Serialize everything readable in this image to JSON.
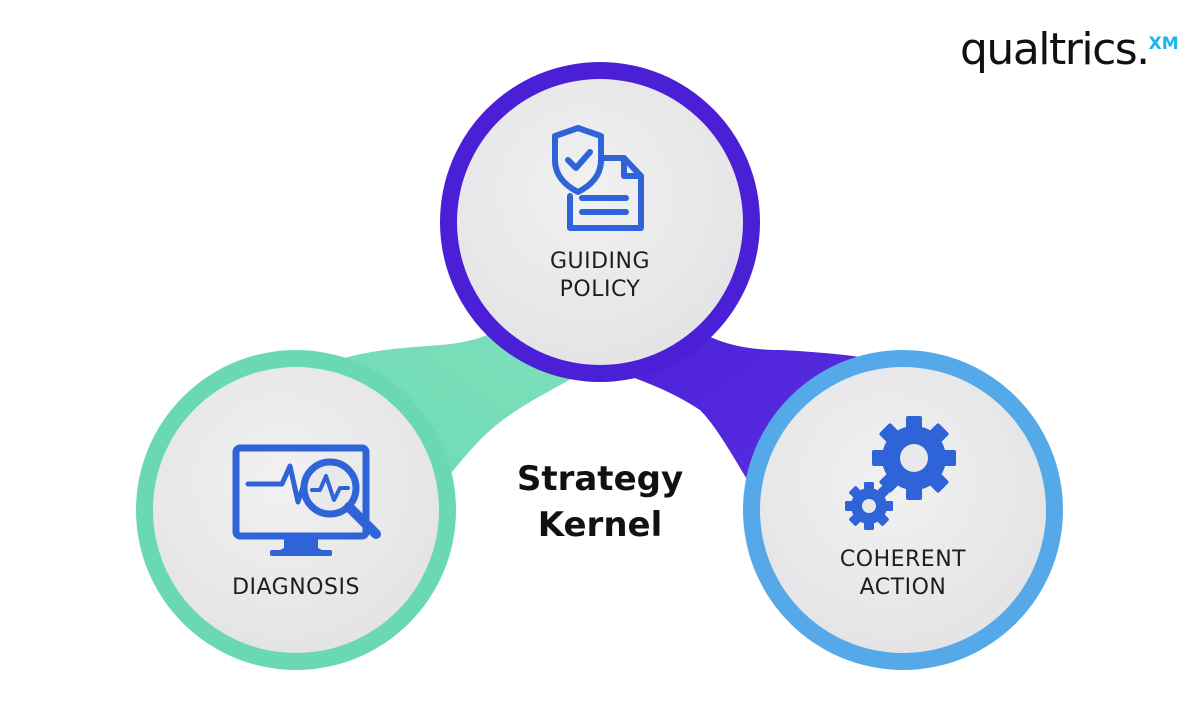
{
  "logo": {
    "wordmark": "qualtrics.",
    "superscript": "XM"
  },
  "title": {
    "line1": "Strategy",
    "line2": "Kernel"
  },
  "nodes": {
    "guiding_policy": {
      "line1": "GUIDING",
      "line2": "POLICY",
      "icon": "policy-document-shield-icon"
    },
    "diagnosis": {
      "line1": "DIAGNOSIS",
      "icon": "monitor-magnifier-icon"
    },
    "coherent_action": {
      "line1": "COHERENT",
      "line2": "ACTION",
      "icon": "gears-icon"
    }
  },
  "colors": {
    "diagnosis_ring": "#6ad9b1",
    "policy_ring": "#4b1fd6",
    "action_ring": "#55a9e8",
    "inner_fill": "#e9e9eb",
    "icon_blue": "#2f63d8"
  }
}
